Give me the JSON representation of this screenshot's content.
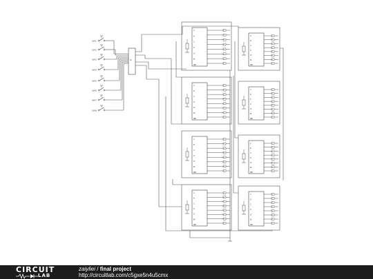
{
  "footer": {
    "logo_top": "CIRCUIT",
    "logo_bottom": "LAB",
    "author": "zaiyliei",
    "separator": " / ",
    "project_title": "final project",
    "url": "http://circuitlab.com/c5gxe5n4u5cmx"
  },
  "schematic": {
    "switch_label": "SW",
    "chip_pin_labels": [
      "A",
      "B",
      "C",
      "D",
      "LT",
      "BI",
      "RBI"
    ],
    "colors": {
      "wire": "#555555",
      "component": "#444444",
      "background": "#ffffff"
    }
  }
}
